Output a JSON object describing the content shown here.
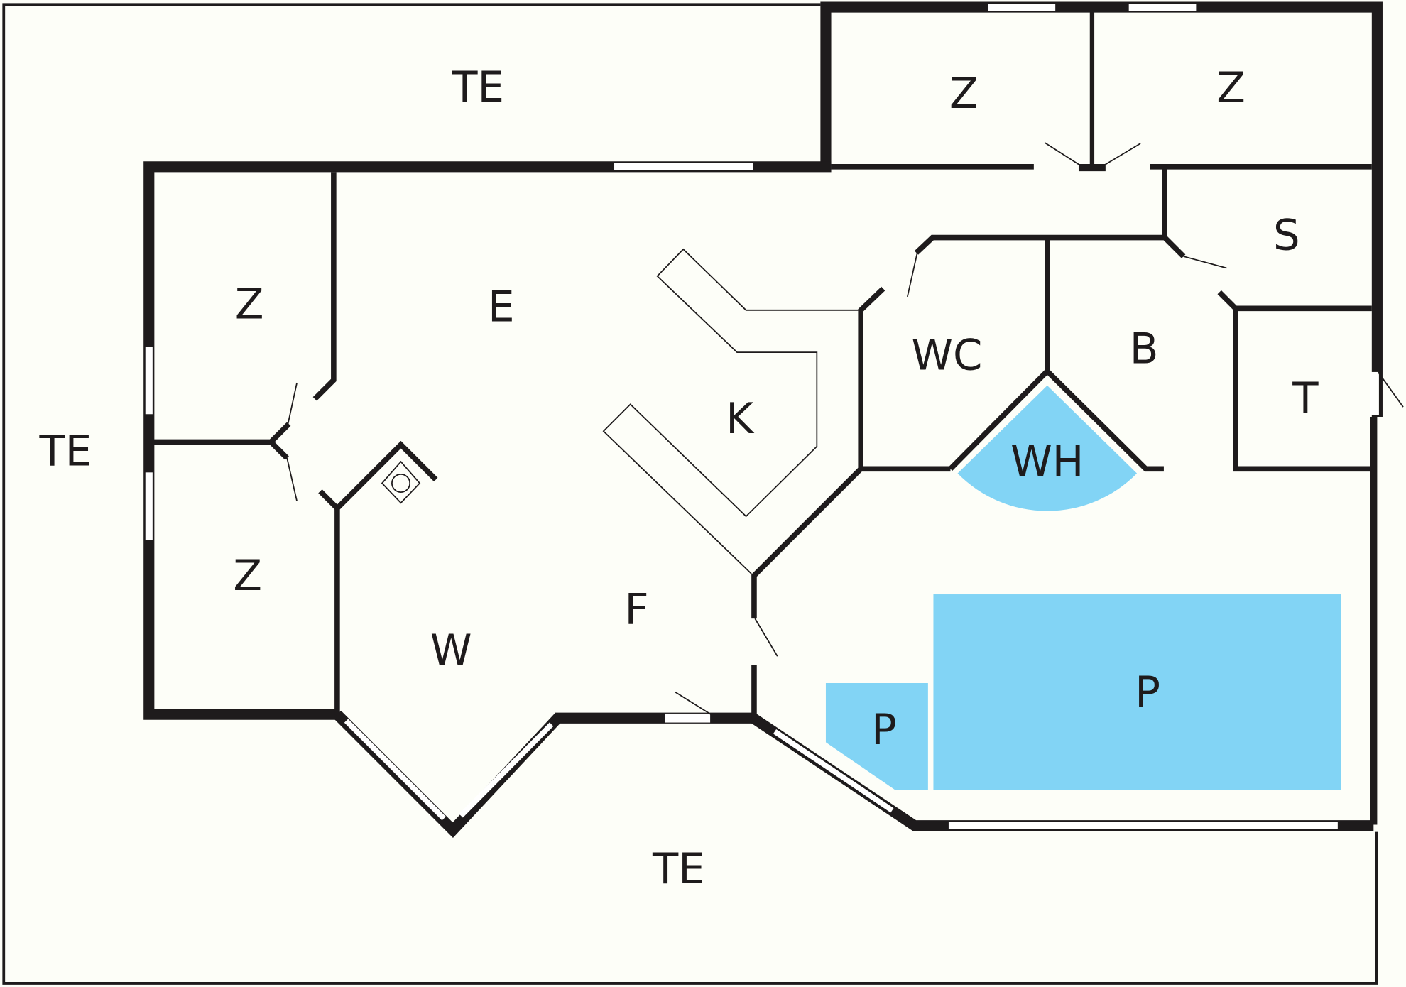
{
  "plan": {
    "colors": {
      "wall": "#1e1b1c",
      "water": "#82d4f5",
      "background": "#fdfef8"
    },
    "rooms": [
      {
        "id": "terrace-top",
        "label": "TE"
      },
      {
        "id": "terrace-left",
        "label": "TE"
      },
      {
        "id": "terrace-bottom",
        "label": "TE"
      },
      {
        "id": "bedroom-top-1",
        "label": "Z"
      },
      {
        "id": "bedroom-top-2",
        "label": "Z"
      },
      {
        "id": "bedroom-left-1",
        "label": "Z"
      },
      {
        "id": "bedroom-left-2",
        "label": "Z"
      },
      {
        "id": "dining",
        "label": "E"
      },
      {
        "id": "kitchen",
        "label": "K"
      },
      {
        "id": "living",
        "label": "W"
      },
      {
        "id": "hallway",
        "label": "F"
      },
      {
        "id": "toilet",
        "label": "WC"
      },
      {
        "id": "bathroom",
        "label": "B"
      },
      {
        "id": "whirlpool",
        "label": "WH"
      },
      {
        "id": "sauna",
        "label": "S"
      },
      {
        "id": "technical",
        "label": "T"
      },
      {
        "id": "pool-small",
        "label": "P"
      },
      {
        "id": "pool-large",
        "label": "P"
      }
    ],
    "symbols": [
      {
        "id": "fireplace",
        "icon": "fireplace-icon"
      }
    ]
  }
}
